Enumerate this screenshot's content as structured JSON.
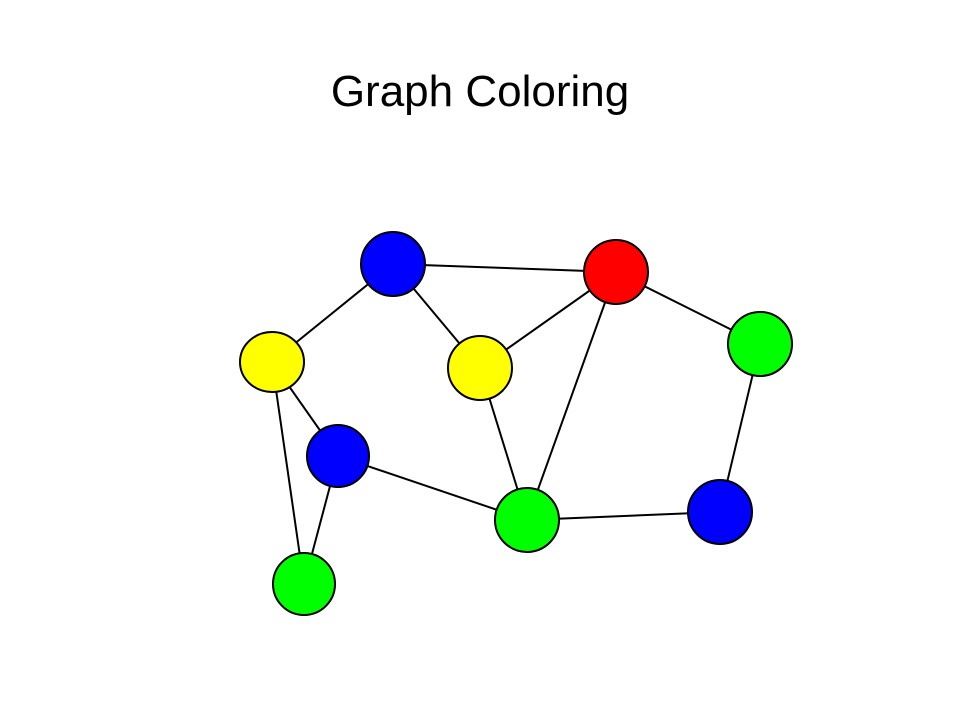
{
  "title": "Graph Coloring",
  "palette": {
    "red": "#FF0000",
    "blue": "#0000FF",
    "yellow": "#FFFF00",
    "green": "#00FF00"
  },
  "graph": {
    "nodes": [
      {
        "id": "n1",
        "color": "blue"
      },
      {
        "id": "n2",
        "color": "red"
      },
      {
        "id": "n3",
        "color": "yellow"
      },
      {
        "id": "n4",
        "color": "yellow"
      },
      {
        "id": "n5",
        "color": "green"
      },
      {
        "id": "n6",
        "color": "blue"
      },
      {
        "id": "n7",
        "color": "green"
      },
      {
        "id": "n8",
        "color": "blue"
      },
      {
        "id": "n9",
        "color": "green"
      }
    ],
    "edges": [
      [
        "n1",
        "n2"
      ],
      [
        "n1",
        "n3"
      ],
      [
        "n1",
        "n4"
      ],
      [
        "n4",
        "n2"
      ],
      [
        "n2",
        "n5"
      ],
      [
        "n2",
        "n7"
      ],
      [
        "n3",
        "n6"
      ],
      [
        "n3",
        "n9"
      ],
      [
        "n6",
        "n9"
      ],
      [
        "n6",
        "n7"
      ],
      [
        "n4",
        "n7"
      ],
      [
        "n7",
        "n8"
      ],
      [
        "n5",
        "n8"
      ]
    ]
  }
}
